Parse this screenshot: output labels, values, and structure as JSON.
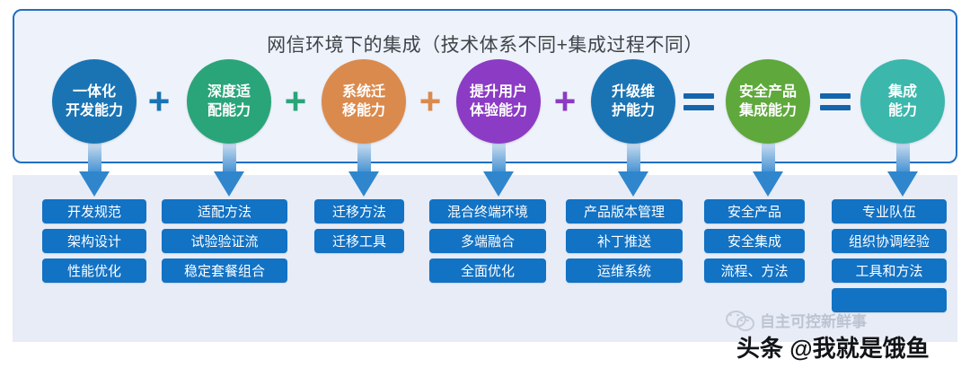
{
  "diagram": {
    "title": "网信环境下的集成（技术体系不同+集成过程不同）",
    "formula": {
      "nodes": [
        {
          "label_line1": "一体化",
          "label_line2": "开发能力",
          "color": "#1a74b4"
        },
        {
          "label_line1": "深度适",
          "label_line2": "配能力",
          "color": "#2aa579"
        },
        {
          "label_line1": "系统迁",
          "label_line2": "移能力",
          "color": "#db8a4d"
        },
        {
          "label_line1": "提升用户",
          "label_line2": "体验能力",
          "color": "#8b3bc4"
        },
        {
          "label_line1": "升级维",
          "label_line2": "护能力",
          "color": "#1a74b4"
        },
        {
          "label_line1": "安全产品",
          "label_line2": "集成能力",
          "color": "#5fa83c"
        },
        {
          "label_line1": "集成",
          "label_line2": "能力",
          "color": "#3bb7ac"
        }
      ],
      "operators": [
        {
          "symbol": "+",
          "color": "#1a74b4"
        },
        {
          "symbol": "+",
          "color": "#2aa579"
        },
        {
          "symbol": "+",
          "color": "#db8a4d"
        },
        {
          "symbol": "+",
          "color": "#8b3bc4"
        },
        {
          "symbol": "=",
          "color": "#1565ad"
        },
        {
          "symbol": "=",
          "color": "#1565ad"
        }
      ]
    },
    "columns": [
      {
        "items": [
          "开发规范",
          "架构设计",
          "性能优化"
        ]
      },
      {
        "items": [
          "适配方法",
          "试验验证流",
          "稳定套餐组合"
        ]
      },
      {
        "items": [
          "迁移方法",
          "迁移工具"
        ]
      },
      {
        "items": [
          "混合终端环境",
          "多端融合",
          "全面优化"
        ]
      },
      {
        "items": [
          "产品版本管理",
          "补丁推送",
          "运维系统"
        ]
      },
      {
        "items": [
          "安全产品",
          "安全集成",
          "流程、方法"
        ]
      },
      {
        "items": [
          "专业队伍",
          "组织协调经验",
          "工具和方法",
          ""
        ]
      }
    ]
  },
  "watermarks": {
    "wechat_account": "自主可控新鲜事",
    "toutiao_account": "头条 @我就是饿鱼"
  }
}
